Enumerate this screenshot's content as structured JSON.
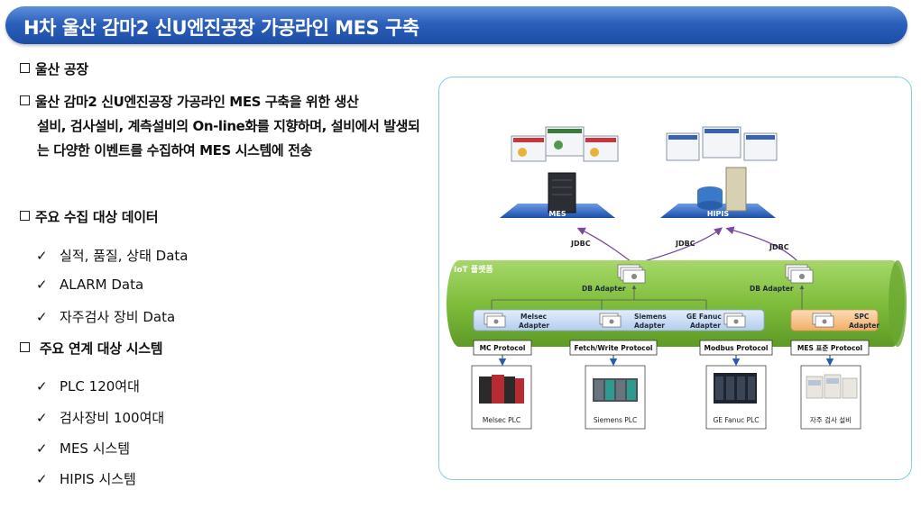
{
  "title": "H차 울산 감마2 신U엔진공장 가공라인 MES 구축",
  "sections": {
    "s1": "울산 공장",
    "s2_line1": "울산 감마2 신U엔진공장 가공라인 MES 구축을 위한 생산",
    "s2_rest": "설비, 검사설비, 계측설비의 On-line화를 지향하며, 설비에서 발생되는 다양한 이벤트를 수집하여 MES 시스템에 전송",
    "s3": "주요 수집 대상 데이터",
    "s3_items": [
      "실적, 품질, 상태 Data",
      "ALARM Data",
      "자주검사 장비 Data"
    ],
    "s4": " 주요 연계 대상 시스템",
    "s4_items": [
      "PLC 120여대",
      "검사장비 100여대",
      "MES 시스템",
      "HIPIS 시스템"
    ],
    "check_mark": "✓"
  },
  "diagram": {
    "mes_label": "MES",
    "hipis_label": "HIPIS",
    "jdbc": [
      "JDBC",
      "JDBC",
      "JDBC"
    ],
    "iot_label": "IoT 플랫폼",
    "db_adapter_1": "DB Adapter",
    "db_adapter_2": "DB Adapter",
    "adapters": [
      {
        "line1": "Melsec",
        "line2": "Adapter"
      },
      {
        "line1": "Siemens",
        "line2": "Adapter"
      },
      {
        "line1": "GE Fanuc",
        "line2": "Adapter"
      }
    ],
    "spc_adapter": {
      "line1": "SPC",
      "line2": "Adapter"
    },
    "protocols": [
      "MC Protocol",
      "Fetch/Write Protocol",
      "Modbus Protocol",
      "MES 표준 Protocol"
    ],
    "devices": [
      "Melsec PLC",
      "Siemens PLC",
      "GE Fanuc PLC",
      "자주 검사 설비"
    ],
    "colors": {
      "iot_bar": "#8cc63f",
      "adapter_strip": "#c9dcf5",
      "spc_strip": "#f7c58f",
      "platform": "#2a64c8",
      "border": "#7fd0e4"
    }
  }
}
